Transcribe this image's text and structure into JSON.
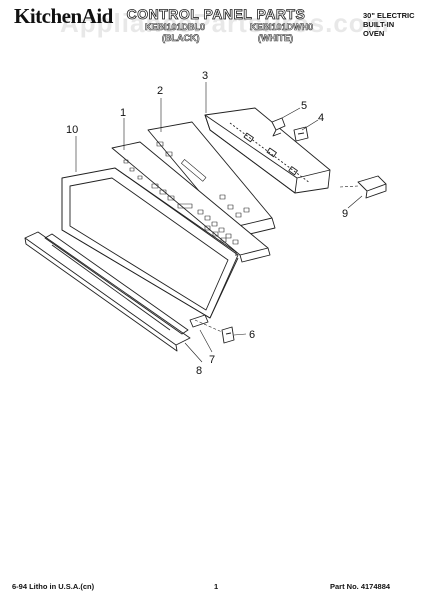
{
  "header": {
    "brand": "KitchenAid",
    "title": "CONTROL PANEL PARTS",
    "models": [
      "KEBI101DBL0",
      "KEBI101DWH0"
    ],
    "variants": [
      "(BLACK)",
      "(WHITE)"
    ],
    "product_line1": "30\" ELECTRIC",
    "product_line2": "BUILT-IN OVEN",
    "watermark": "AppliancePartsPros.com"
  },
  "footer": {
    "left": "6-94 Litho in U.S.A.(cn)",
    "page": "1",
    "part_no": "Part No. 4174884"
  },
  "callouts": [
    "1",
    "2",
    "3",
    "4",
    "5",
    "6",
    "7",
    "8",
    "9",
    "10"
  ]
}
